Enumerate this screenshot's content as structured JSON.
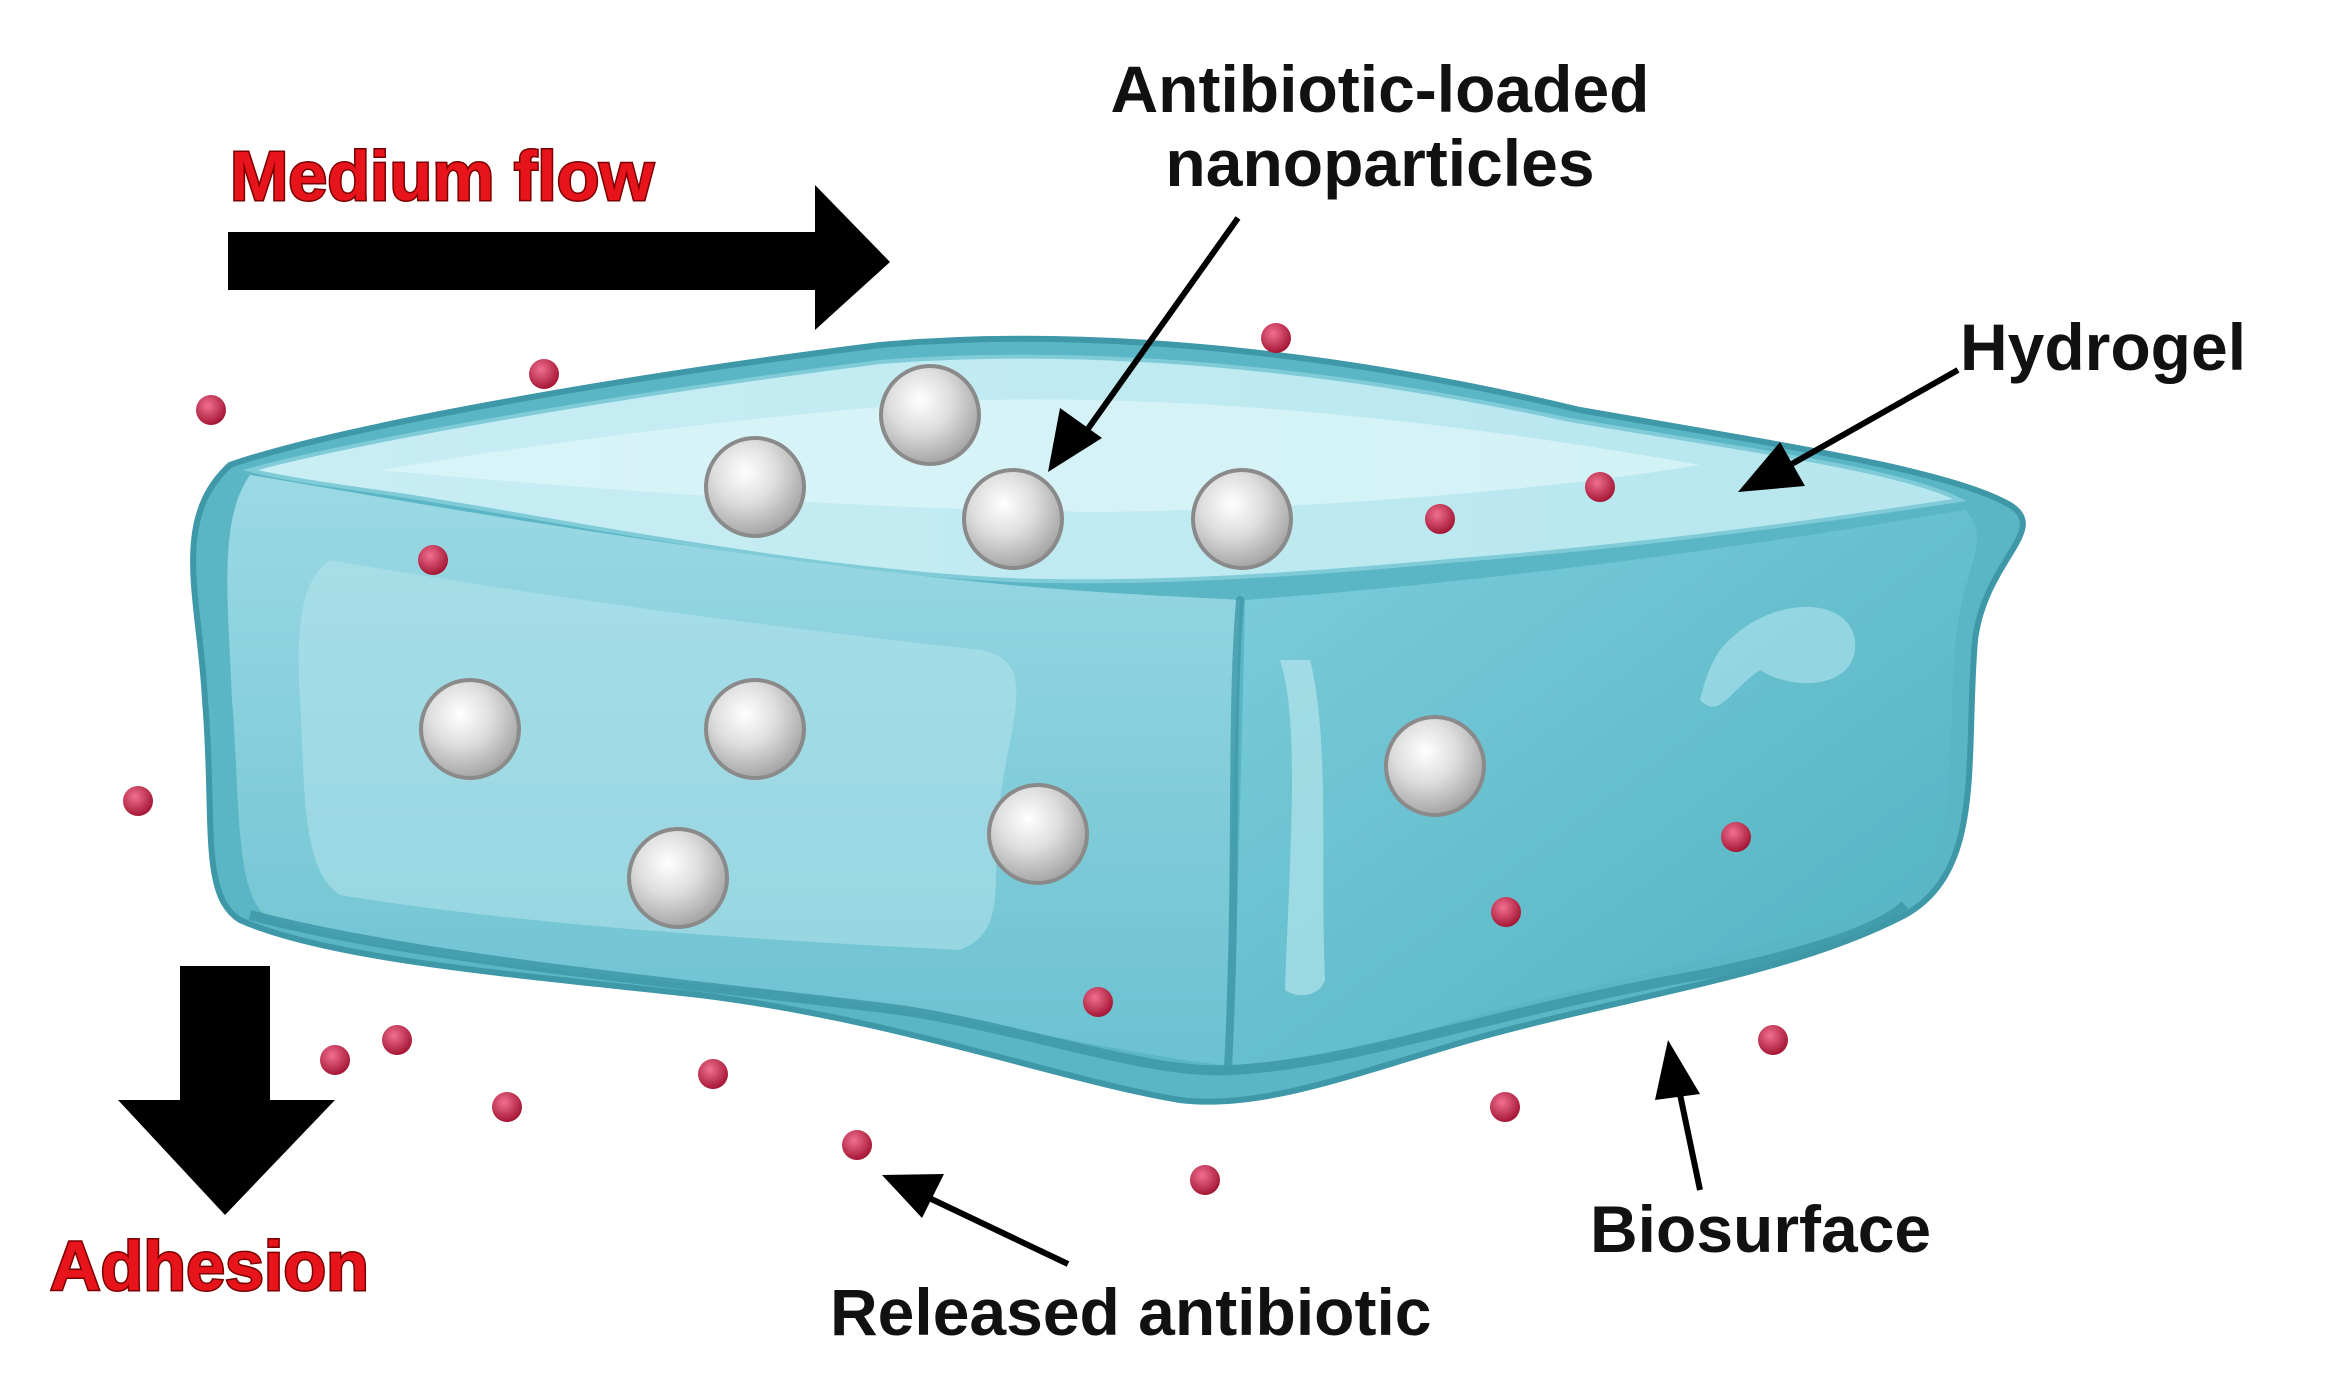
{
  "labels": {
    "medium_flow": "Medium flow",
    "adhesion": "Adhesion",
    "nanoparticles_line1": "Antibiotic-loaded",
    "nanoparticles_line2": "nanoparticles",
    "hydrogel": "Hydrogel",
    "biosurface": "Biosurface",
    "released_antibiotic": "Released antibiotic"
  },
  "colors": {
    "hydrogel_light": "#bfe9f0",
    "hydrogel_mid": "#8fd3df",
    "hydrogel_dark": "#4aa9b8",
    "nanoparticle": "#d8d8d8",
    "antibiotic": "#c8284a",
    "arrow": "#000000",
    "red_label": "#e8141c"
  }
}
